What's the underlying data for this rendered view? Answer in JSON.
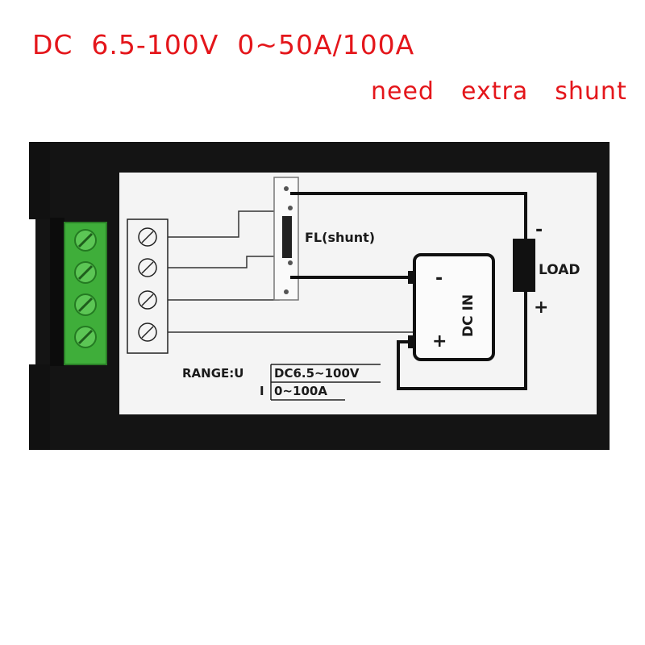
{
  "caption": {
    "line1": "DC  6.5-100V  0~50A/100A",
    "line2": "need  extra  shunt"
  },
  "diagram": {
    "shunt_label": "FL(shunt)",
    "load_label": "LOAD",
    "load_minus": "-",
    "load_plus": "+",
    "source_label": "DC IN",
    "source_minus": "-",
    "source_plus": "+",
    "range_prefix": "RANGE:U",
    "range_u": "DC6.5~100V",
    "range_i_prefix": "I",
    "range_i": "0~100A"
  },
  "colors": {
    "caption": "#e4161b",
    "housing": "#141414",
    "panel": "#f4f4f4",
    "terminal": "#3fae3a",
    "wire": "#222222"
  }
}
